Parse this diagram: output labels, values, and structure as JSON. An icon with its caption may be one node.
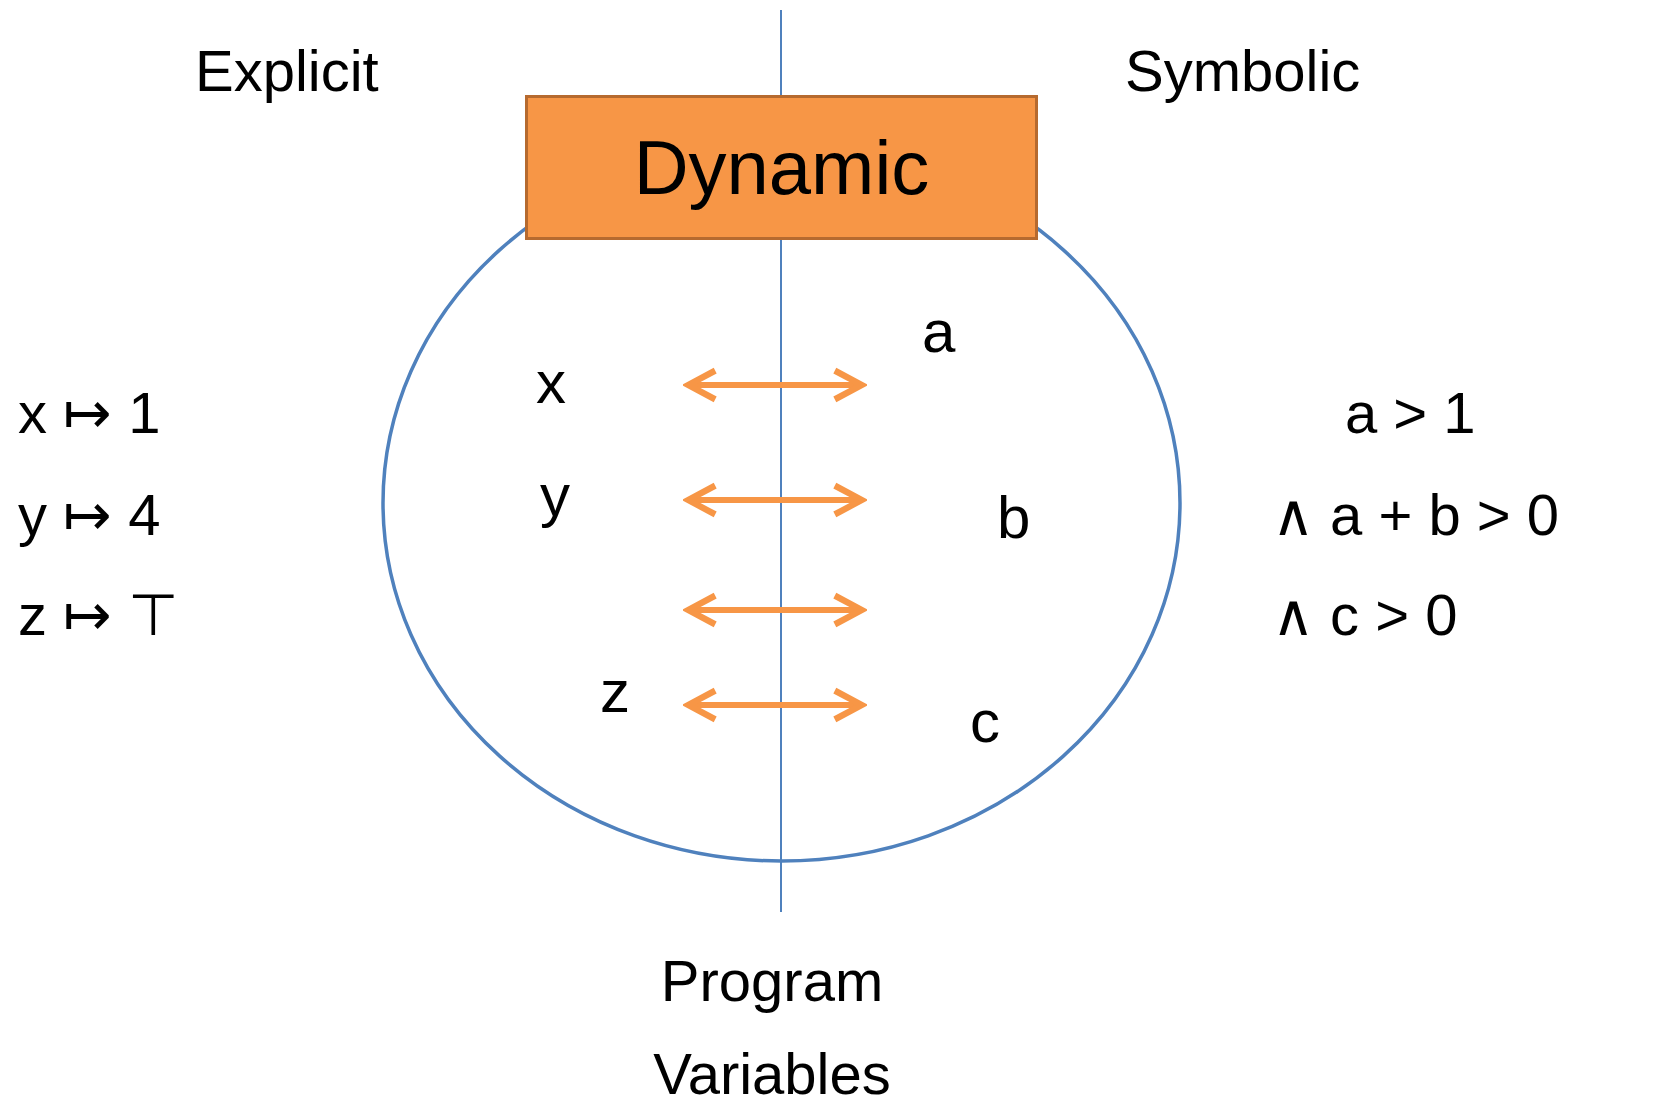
{
  "diagram": {
    "nodes": [
      {
        "text": [
          "Dynamic"
        ]
      },
      {
        "text": [],
        "shape": "ellipse"
      },
      {
        "text": [
          "x"
        ],
        "in": 1
      },
      {
        "text": [
          "a"
        ],
        "in": 1
      },
      {
        "text": [
          "y"
        ],
        "in": 1
      },
      {
        "text": [
          "b"
        ],
        "in": 1
      },
      {
        "text": [
          "z"
        ],
        "in": 1
      },
      {
        "text": [
          "c"
        ],
        "in": 1
      }
    ],
    "edges": [
      {
        "from": 2,
        "to": 3,
        "arrow": "both"
      },
      {
        "from": 4,
        "to": 5,
        "arrow": "both"
      },
      {
        "from": 6,
        "to": 7,
        "arrow": "both"
      }
    ],
    "labels": [
      "Explicit",
      "Symbolic",
      "x ↦ 1",
      "y ↦ 4",
      "z ↦ ⊤",
      "a > 1",
      "∧ a + b > 0",
      "∧ c > 0",
      "Program Variables"
    ]
  }
}
